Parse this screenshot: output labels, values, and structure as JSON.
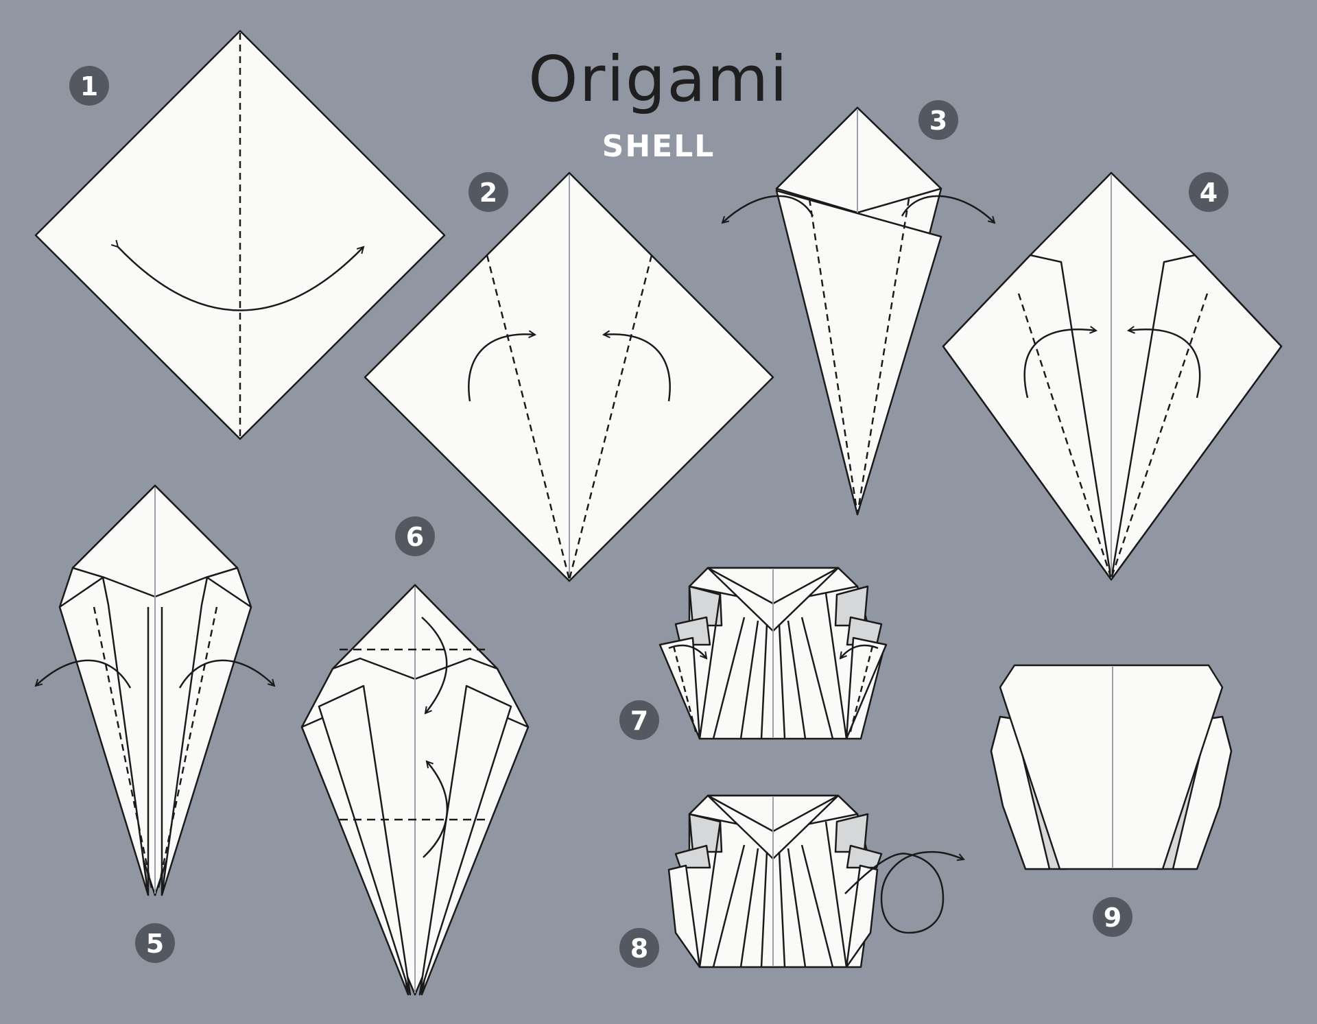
{
  "title": "Origami",
  "subtitle": "SHELL",
  "steps": [
    {
      "label": "1"
    },
    {
      "label": "2"
    },
    {
      "label": "3"
    },
    {
      "label": "4"
    },
    {
      "label": "5"
    },
    {
      "label": "6"
    },
    {
      "label": "7"
    },
    {
      "label": "8"
    },
    {
      "label": "9"
    }
  ],
  "colors": {
    "background": "#9097a3",
    "paper": "#fafaf8",
    "paper_shadow": "#d6d7d8",
    "line": "#1a1a1a",
    "center_crease": "#9aa0aa",
    "badge": "#545860",
    "badge_text": "#ffffff",
    "title": "#1f1f1f",
    "subtitle": "#ffffff"
  }
}
